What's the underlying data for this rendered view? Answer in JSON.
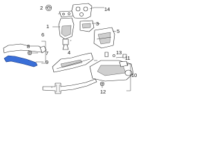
{
  "callouts": {
    "c1": "1",
    "c2": "2",
    "c3": "3",
    "c4": "4",
    "c5": "5",
    "c6": "6",
    "c7": "7",
    "c8": "8",
    "c9": "9",
    "c10": "10",
    "c11": "11",
    "c12": "12",
    "c13": "13",
    "c14": "14"
  },
  "colors": {
    "highlight": "#3a6fd8",
    "line": "#222222",
    "background": "#ffffff"
  }
}
